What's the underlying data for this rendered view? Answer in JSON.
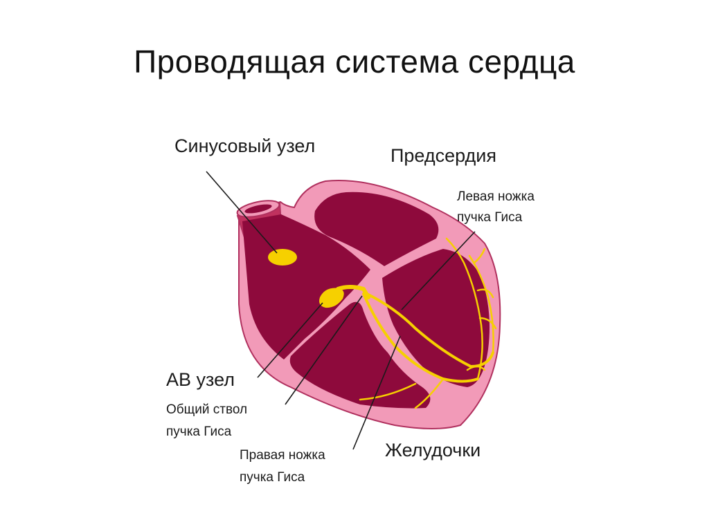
{
  "slide": {
    "title": "Проводящая система сердца"
  },
  "diagram": {
    "labels": {
      "sinus_node": "Синусовый узел",
      "atria": "Предсердия",
      "left_bundle_branch_line1": "Левая ножка",
      "left_bundle_branch_line2": "пучка Гиса",
      "av_node": "АВ узел",
      "bundle_trunk_line1": "Общий ствол",
      "bundle_trunk_line2": "пучка Гиса",
      "right_bundle_branch_line1": "Правая ножка",
      "right_bundle_branch_line2": "пучка Гиса",
      "ventricles": "Желудочки"
    },
    "colors": {
      "myocardium": "#f29ab8",
      "myocardium_outline": "#b0305e",
      "chamber": "#8e0a3c",
      "conduction": "#f6d000",
      "leader_line": "#1a1a1a"
    }
  }
}
